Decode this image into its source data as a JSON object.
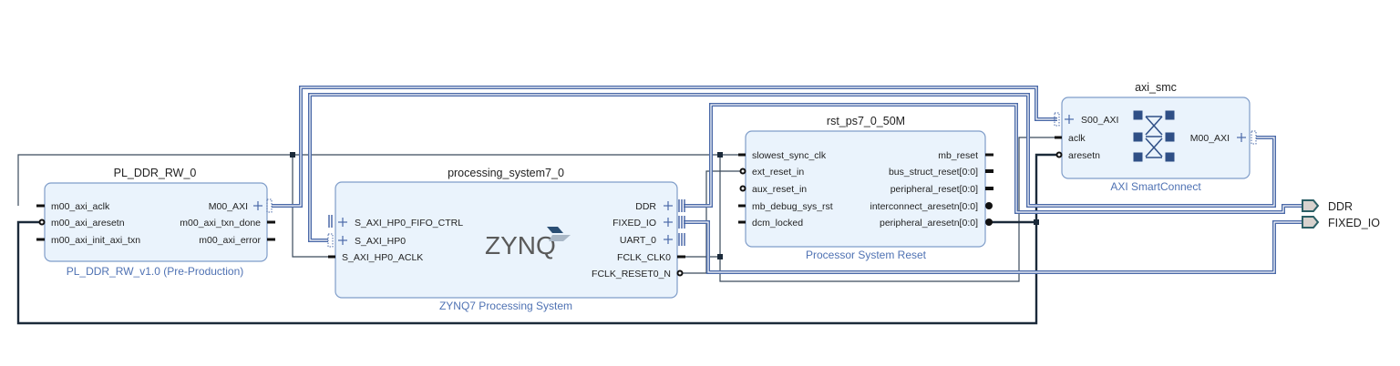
{
  "diagram": {
    "type": "block-design",
    "blocks": {
      "pl_ddr": {
        "instance": "PL_DDR_RW_0",
        "vlnv": "PL_DDR_RW_v1.0 (Pre-Production)",
        "left_pins": [
          "m00_axi_aclk",
          "m00_axi_aresetn",
          "m00_axi_init_axi_txn"
        ],
        "right_pins": [
          "M00_AXI",
          "m00_axi_txn_done",
          "m00_axi_error"
        ]
      },
      "ps7": {
        "instance": "processing_system7_0",
        "vlnv": "ZYNQ7 Processing System",
        "logo": "ZYNQ",
        "left_pins": [
          "S_AXI_HP0_FIFO_CTRL",
          "S_AXI_HP0",
          "S_AXI_HP0_ACLK"
        ],
        "right_pins": [
          "DDR",
          "FIXED_IO",
          "UART_0",
          "FCLK_CLK0",
          "FCLK_RESET0_N"
        ]
      },
      "rst": {
        "instance": "rst_ps7_0_50M",
        "vlnv": "Processor System Reset",
        "left_pins": [
          "slowest_sync_clk",
          "ext_reset_in",
          "aux_reset_in",
          "mb_debug_sys_rst",
          "dcm_locked"
        ],
        "right_pins": [
          "mb_reset",
          "bus_struct_reset[0:0]",
          "peripheral_reset[0:0]",
          "interconnect_aresetn[0:0]",
          "peripheral_aresetn[0:0]"
        ]
      },
      "smc": {
        "instance": "axi_smc",
        "vlnv": "AXI SmartConnect",
        "left_pins": [
          "S00_AXI",
          "aclk",
          "aresetn"
        ],
        "right_pins": [
          "M00_AXI"
        ]
      }
    },
    "external_ports": [
      "DDR",
      "FIXED_IO"
    ],
    "colors": {
      "block_fill": "#eaf3fc",
      "block_border": "#7f9dc9",
      "bus": "#4a69a8",
      "net": "#3a4a5c",
      "vlnv_text": "#4f72b3",
      "ext_port_fill": "#d8d2ce",
      "ext_port_border": "#2c6066"
    }
  }
}
